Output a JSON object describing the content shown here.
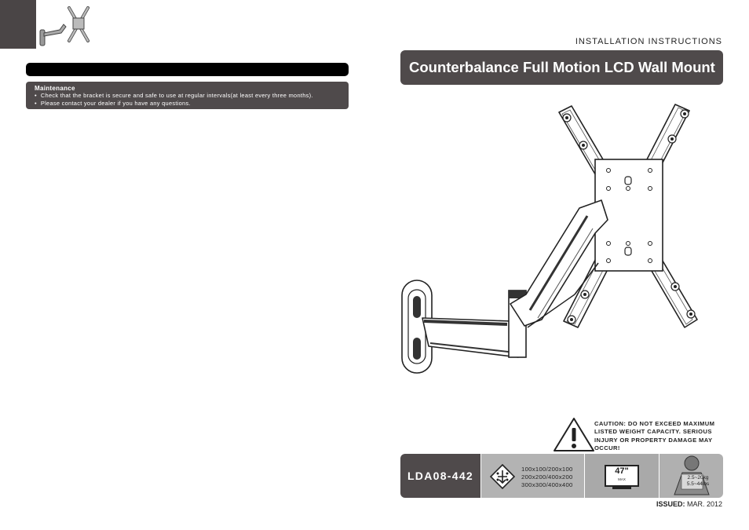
{
  "header": {
    "doc_type": "INSTALLATION INSTRUCTIONS",
    "title": "Counterbalance Full Motion LCD Wall Mount"
  },
  "maintenance": {
    "heading": "Maintenance",
    "items": [
      "Check that the bracket is secure and safe to use at regular intervals(at least every three months).",
      "Please contact your dealer if you have any questions."
    ]
  },
  "caution": {
    "label": "CAUTION:",
    "text": "DO NOT EXCEED MAXIMUM LISTED WEIGHT CAPACITY. SERIOUS INJURY OR PROPERTY DAMAGE MAY OCCUR!"
  },
  "spec": {
    "model": "LDA08-442",
    "vesa": [
      "100x100/200x100",
      "200x200/400x200",
      "300x300/400x400"
    ],
    "screen_size": "47\"",
    "screen_max": "MAX",
    "weight_line1": "2.5~20kg",
    "weight_line2": "5.5~44lbs"
  },
  "issued": {
    "label": "ISSUED:",
    "value": "MAR. 2012"
  },
  "colors": {
    "panel_dark": "#4f4a4b",
    "panel_light": "#b3b3b3"
  },
  "icons": [
    "mount-thumbnail-icon",
    "warning-triangle-icon",
    "vesa-pattern-icon",
    "tv-screen-icon",
    "weight-icon"
  ]
}
